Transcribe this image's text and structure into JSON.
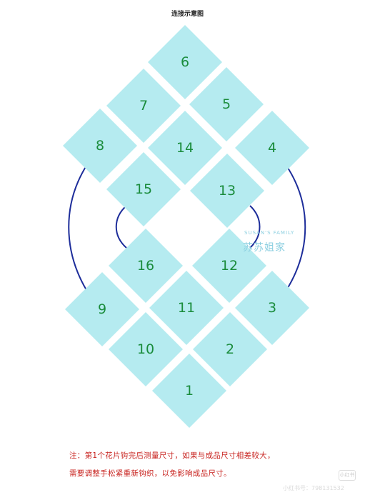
{
  "title": "连接示意图",
  "tiles": [
    {
      "label": "6"
    },
    {
      "label": "7"
    },
    {
      "label": "5"
    },
    {
      "label": "8"
    },
    {
      "label": "14"
    },
    {
      "label": "4"
    },
    {
      "label": "15"
    },
    {
      "label": "13"
    },
    {
      "label": "16"
    },
    {
      "label": "12"
    },
    {
      "label": "9"
    },
    {
      "label": "11"
    },
    {
      "label": "3"
    },
    {
      "label": "10"
    },
    {
      "label": "2"
    },
    {
      "label": "1"
    }
  ],
  "note_line1": "注：第1个花片钩完后测量尺寸，如果与成品尺寸相差较大，",
  "note_line2": "需要调整手松紧重新钩织，以免影响成品尺寸。",
  "watermark": {
    "brand": "SUSAN'S FAMILY",
    "name": "苏苏姐家"
  },
  "footer": {
    "badge": "小红书",
    "id": "小红书号：798131532"
  },
  "colors": {
    "tile": "#b5ebf0",
    "number": "#1a8c3c",
    "arc": "#1d2d9a",
    "note": "#c8231f"
  }
}
